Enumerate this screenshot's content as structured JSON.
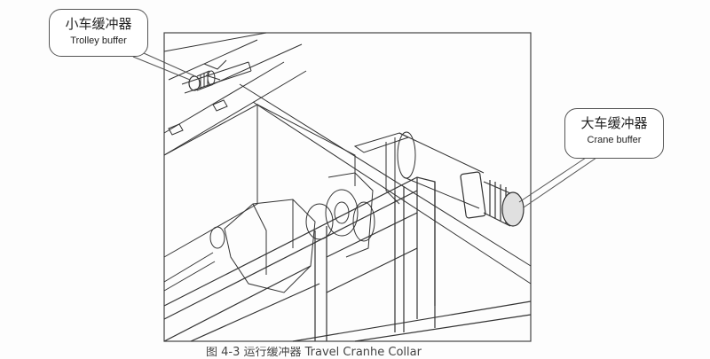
{
  "callouts": {
    "trolley": {
      "cn": "小车缓冲器",
      "en": "Trolley buffer"
    },
    "crane": {
      "cn": "大车缓冲器",
      "en": "Crane buffer"
    }
  },
  "caption": "图 4-3 运行缓冲器  Travel Cranhe Collar",
  "colors": {
    "line": "#333333",
    "frame": "#444444",
    "background": "#fdfdfd"
  }
}
